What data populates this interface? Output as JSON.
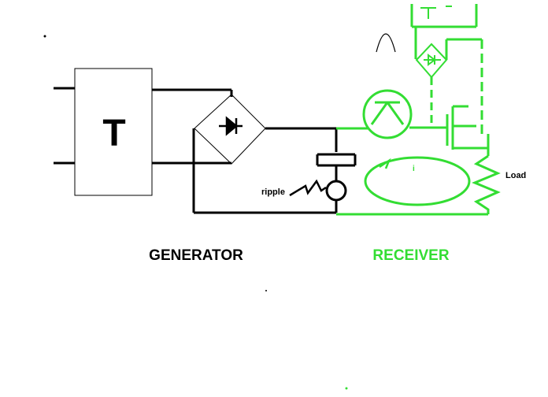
{
  "labels": {
    "transformer": "T",
    "receiver_transformer": "T",
    "ripple": "ripple",
    "current": "i",
    "load": "Load",
    "generator": "GENERATOR",
    "receiver": "RECEIVER"
  },
  "colors": {
    "generator": "#000000",
    "receiver": "#33dd33"
  }
}
